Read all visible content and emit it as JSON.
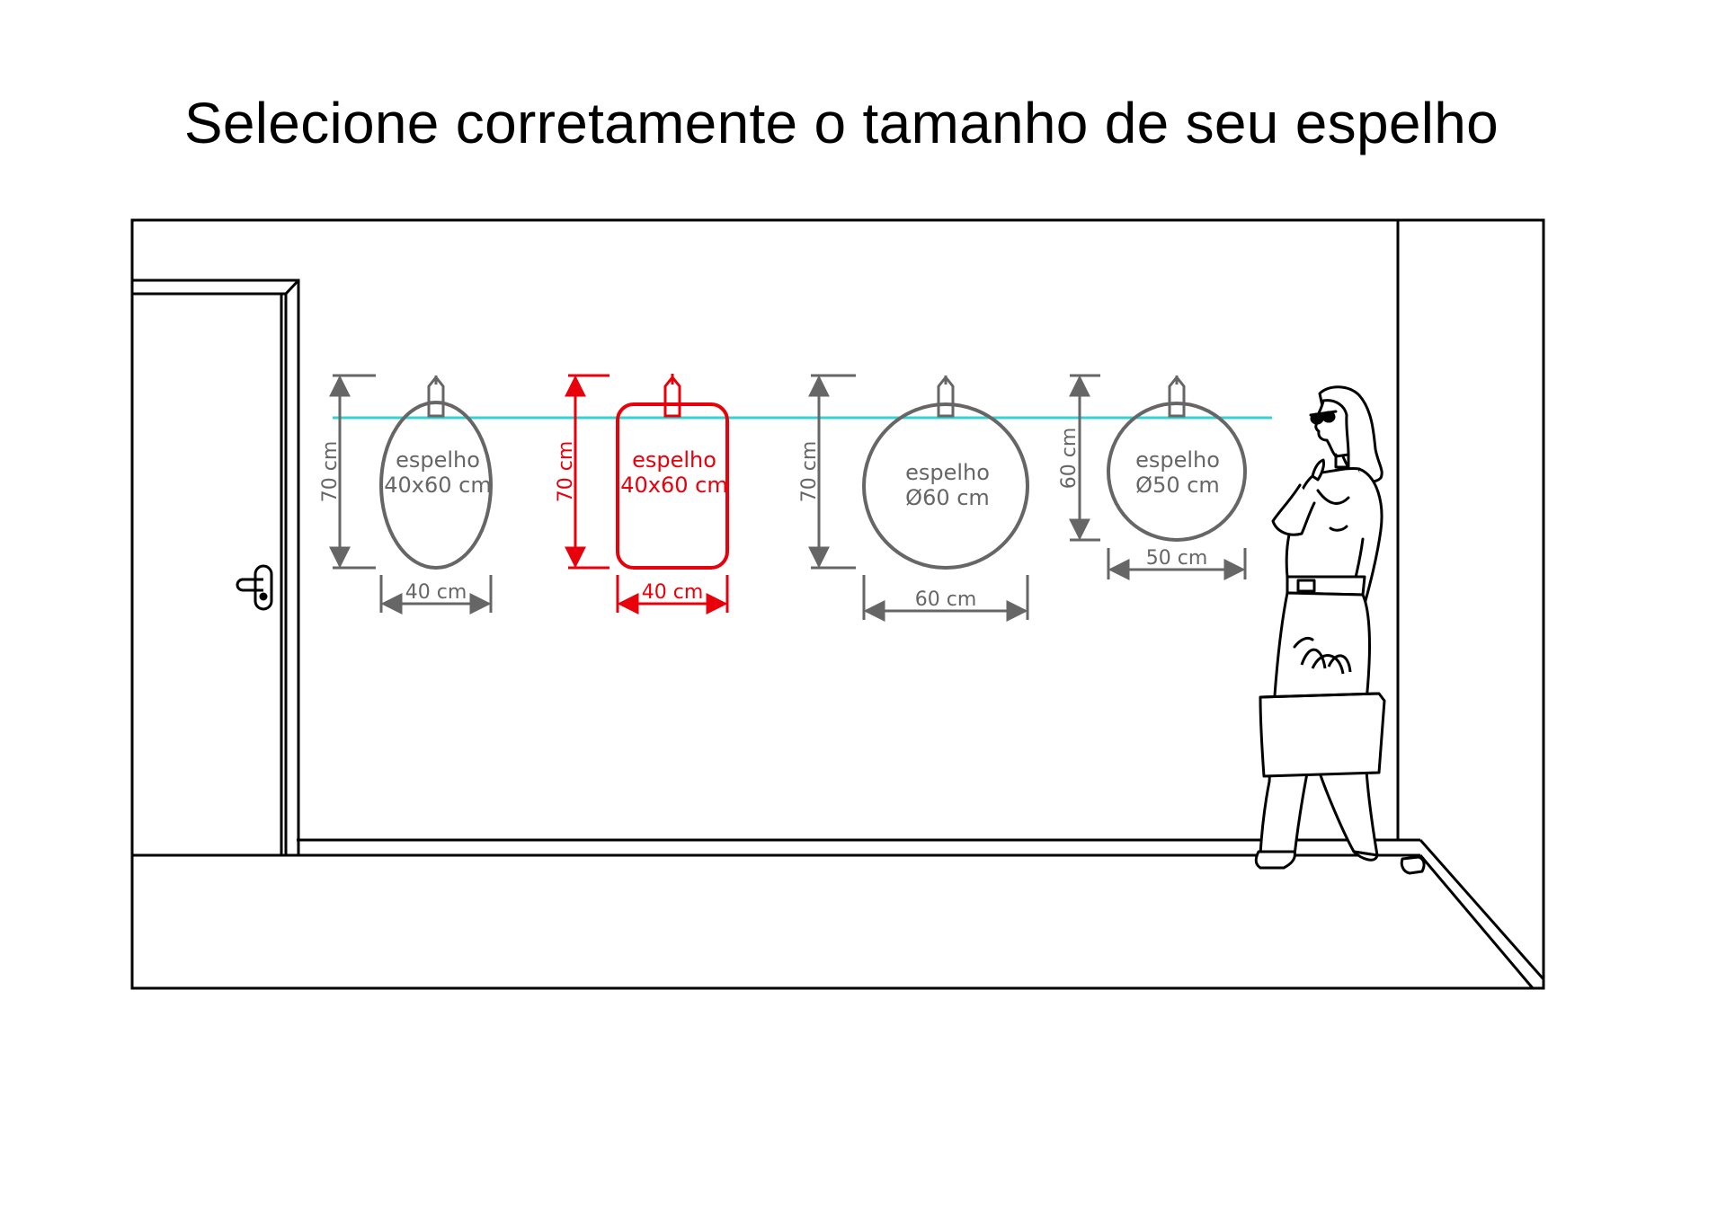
{
  "title": "Selecione corretamente o tamanho de seu espelho",
  "colors": {
    "outline": "#000000",
    "dimension": "#666666",
    "highlight": "#e8000b",
    "guide": "#33d3d3"
  },
  "mirrors": [
    {
      "shape": "oval",
      "label_line1": "espelho",
      "label_line2": "40x60 cm",
      "height_label": "70 cm",
      "width_label": "40 cm",
      "selected": false
    },
    {
      "shape": "rounded-rectangle",
      "label_line1": "espelho",
      "label_line2": "40x60 cm",
      "height_label": "70 cm",
      "width_label": "40 cm",
      "selected": true
    },
    {
      "shape": "circle",
      "label_line1": "espelho",
      "label_line2": "Ø60 cm",
      "height_label": "70 cm",
      "width_label": "60 cm",
      "selected": false
    },
    {
      "shape": "circle",
      "label_line1": "espelho",
      "label_line2": "Ø50 cm",
      "height_label": "60 cm",
      "width_label": "50 cm",
      "selected": false
    }
  ],
  "icons": [
    "door-handle-icon",
    "hanging-hook-icon",
    "woman-figure-icon",
    "shopping-bag-icon"
  ]
}
